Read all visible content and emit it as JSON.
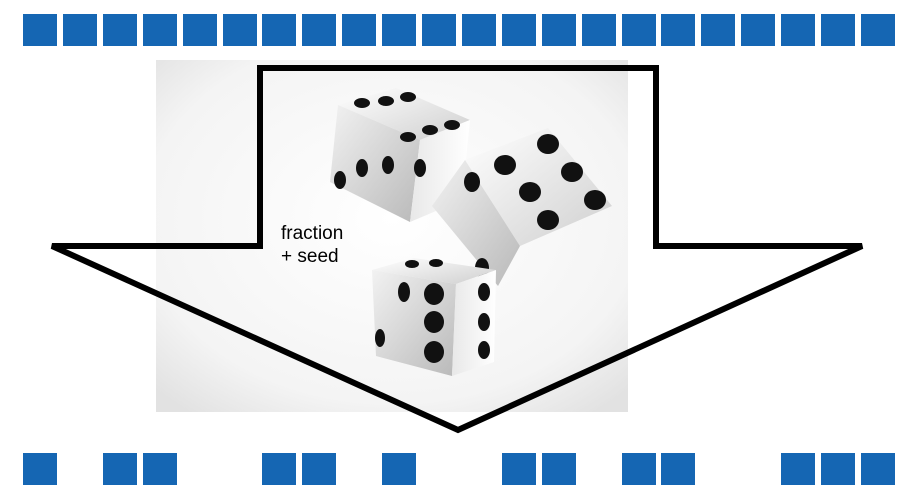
{
  "diagram": {
    "caption_line1": "fraction",
    "caption_line2": "+ seed",
    "block_color": "#1566b3",
    "source_blocks": [
      1,
      1,
      1,
      1,
      1,
      1,
      1,
      1,
      1,
      1,
      1,
      1,
      1,
      1,
      1,
      1,
      1,
      1,
      1,
      1,
      1,
      1
    ],
    "sampled_blocks": [
      1,
      0,
      1,
      1,
      0,
      0,
      1,
      1,
      0,
      1,
      0,
      0,
      1,
      1,
      0,
      1,
      1,
      0,
      0,
      1,
      1,
      1
    ]
  }
}
